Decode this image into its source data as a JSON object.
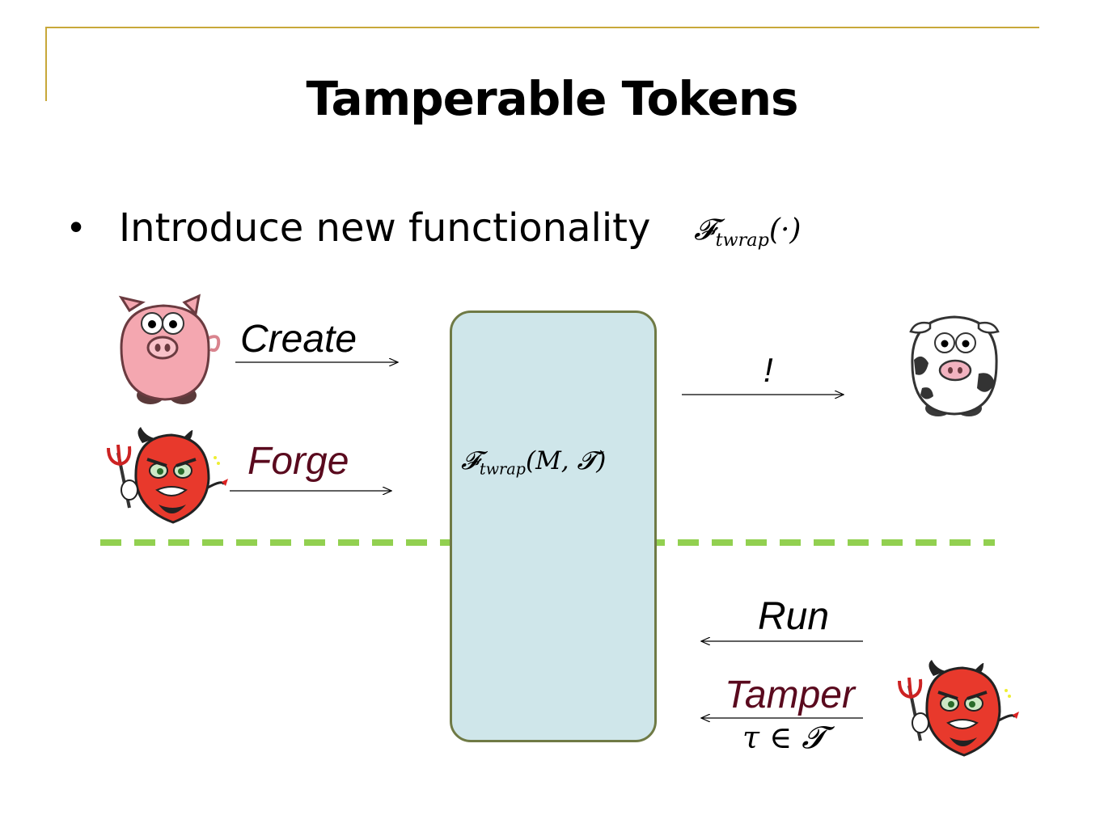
{
  "slide": {
    "title": "Tamperable Tokens",
    "bullet_marker": "•",
    "bullet_text": "Introduce new functionality",
    "bullet_math_base": "𝓕",
    "bullet_math_sub": "twrap",
    "bullet_math_args": "(·)"
  },
  "diagram": {
    "box_math_base": "𝓕",
    "box_math_sub": "twrap",
    "box_math_args": "(M, 𝓣)",
    "labels": {
      "create": "Create",
      "forge": "Forge",
      "output": "!",
      "run": "Run",
      "tamper": "Tamper",
      "tamper_set": "τ ∈ 𝓣"
    },
    "colors": {
      "box_fill": "#cfe6ea",
      "box_border": "#6f7a45",
      "divider": "#92d050",
      "adversary_text": "#5a0a1e",
      "frame_accent": "#c8a83a"
    },
    "icons": [
      "pig-icon",
      "devil-icon",
      "cow-icon"
    ]
  }
}
